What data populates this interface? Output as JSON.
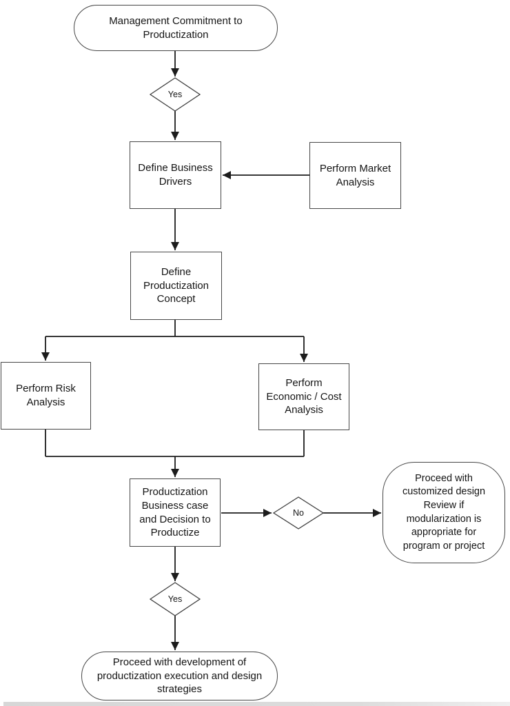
{
  "diagram": {
    "type": "flowchart",
    "colors": {
      "background": "#ffffff",
      "line": "#1c1c1c",
      "node_border": "#464646",
      "node_fill": "#ffffff",
      "text": "#141414",
      "bottom_strip": "#d7d7d7"
    },
    "nodes": {
      "management": {
        "shape": "stadium",
        "label": [
          "Management Commitment to",
          "Productization"
        ]
      },
      "yes1": {
        "shape": "diamond",
        "label": "Yes"
      },
      "business_drivers": {
        "shape": "rect",
        "label": [
          "Define Business",
          "Drivers"
        ]
      },
      "market_analysis": {
        "shape": "rect",
        "label": [
          "Perform Market",
          "Analysis"
        ]
      },
      "concept": {
        "shape": "rect",
        "label": [
          "Define",
          "Productization",
          "Concept"
        ]
      },
      "risk": {
        "shape": "rect",
        "label": [
          "Perform Risk",
          "Analysis"
        ]
      },
      "economic": {
        "shape": "rect",
        "label": [
          "Perform",
          "Economic / Cost",
          "Analysis"
        ]
      },
      "business_case": {
        "shape": "rect",
        "label": [
          "Productization",
          "Business case",
          "and Decision to",
          "Productize"
        ]
      },
      "no": {
        "shape": "diamond",
        "label": "No"
      },
      "customized_design": {
        "shape": "rounded",
        "label": [
          "Proceed with",
          "customized design",
          "Review if",
          "modularization is",
          "appropriate for",
          "program or project"
        ]
      },
      "yes2": {
        "shape": "diamond",
        "label": "Yes"
      },
      "proceed_development": {
        "shape": "stadium",
        "label": [
          "Proceed with development of",
          "productization execution and design",
          "strategies"
        ]
      }
    },
    "edges": [
      {
        "from": "management",
        "to": "yes1"
      },
      {
        "from": "yes1",
        "to": "business_drivers"
      },
      {
        "from": "market_analysis",
        "to": "business_drivers"
      },
      {
        "from": "business_drivers",
        "to": "concept"
      },
      {
        "from": "concept",
        "to": "risk"
      },
      {
        "from": "concept",
        "to": "economic"
      },
      {
        "from": "risk",
        "to": "business_case"
      },
      {
        "from": "economic",
        "to": "business_case"
      },
      {
        "from": "business_case",
        "to": "no"
      },
      {
        "from": "no",
        "to": "customized_design"
      },
      {
        "from": "business_case",
        "to": "yes2"
      },
      {
        "from": "yes2",
        "to": "proceed_development"
      }
    ]
  }
}
